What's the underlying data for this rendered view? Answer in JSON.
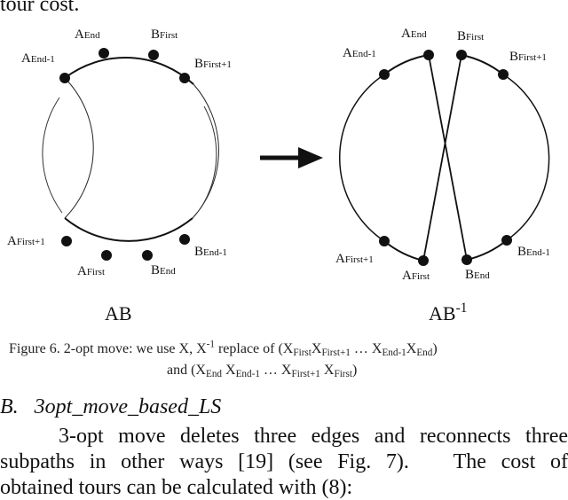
{
  "top_text": "tour cost.",
  "figure": {
    "left_caption": "AB",
    "right_caption_base": "AB",
    "right_caption_sup": "-1",
    "arrow": "right-arrow",
    "left_labels": [
      {
        "main": "A",
        "sub": "End"
      },
      {
        "main": "B",
        "sub": "First"
      },
      {
        "main": "A",
        "sub": "End-1"
      },
      {
        "main": "B",
        "sub": "First+1"
      },
      {
        "main": "A",
        "sub": "First+1"
      },
      {
        "main": "B",
        "sub": "End-1"
      },
      {
        "main": "A",
        "sub": "First"
      },
      {
        "main": "B",
        "sub": "End"
      }
    ],
    "right_labels": [
      {
        "main": "A",
        "sub": "End"
      },
      {
        "main": "B",
        "sub": "First"
      },
      {
        "main": "A",
        "sub": "End-1"
      },
      {
        "main": "B",
        "sub": "First+1"
      },
      {
        "main": "A",
        "sub": "First+1"
      },
      {
        "main": "B",
        "sub": "End-1"
      },
      {
        "main": "A",
        "sub": "First"
      },
      {
        "main": "B",
        "sub": "End"
      }
    ]
  },
  "caption": {
    "line1_prefix": "Figure 6.    2-opt move: we use X, X",
    "line1_sup": "-1",
    "line1_mid": " replace of (X",
    "line1_s1": "First",
    "line1_x2": "X",
    "line1_s2": "First+1",
    "line1_dots": " … X",
    "line1_s3": "End-1",
    "line1_x4": "X",
    "line1_s4": "End",
    "line1_end": ")",
    "line2_prefix": "and (X",
    "line2_s1": "End",
    "line2_x2": " X",
    "line2_s2": "End-1",
    "line2_dots": " … X",
    "line2_s3": "First+1",
    "line2_x4": " X",
    "line2_s4": "First",
    "line2_end": ")"
  },
  "section_heading": "B.   3opt_move_based_LS",
  "paragraph": [
    "    3-opt move deletes three edges and reconnects three",
    "subpaths in other ways [19] (see Fig. 7).   The cost of",
    "obtained tours can be calculated with (8):"
  ]
}
